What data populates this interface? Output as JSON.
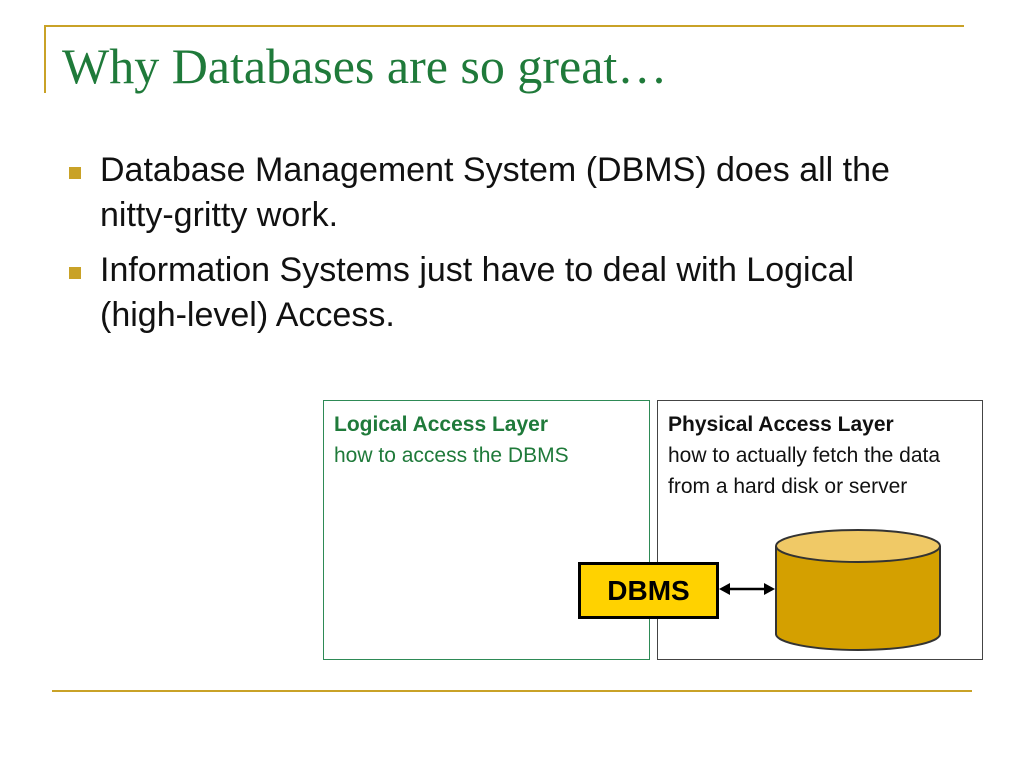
{
  "slide": {
    "title": "Why Databases are so great…",
    "bullets": [
      {
        "text": "Database Management System (DBMS) does all the nitty-gritty work."
      },
      {
        "text": "Information Systems just have to deal with Logical (high-level) Access."
      }
    ]
  },
  "diagram": {
    "logical_layer": {
      "heading": "Logical Access Layer",
      "description": "how to access the DBMS"
    },
    "physical_layer": {
      "heading": "Physical Access Layer",
      "description": "how to actually fetch the data from a hard disk or server"
    },
    "dbms_label": "DBMS",
    "arrow_icon": "double-arrow-icon",
    "storage_icon": "database-cylinder-icon"
  },
  "colors": {
    "accent": "#c9a227",
    "title_green": "#1f7a3a",
    "dbms_fill": "#ffd200",
    "cylinder_fill": "#d4a000"
  }
}
